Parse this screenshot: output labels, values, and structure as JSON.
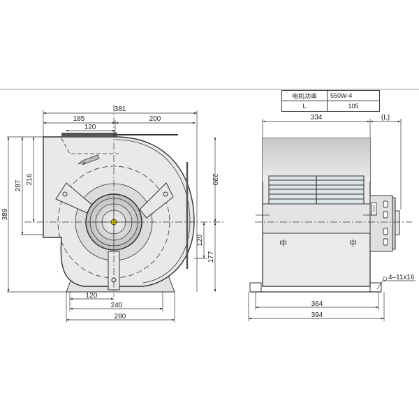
{
  "spec_table": {
    "rows": [
      {
        "label": "电机功率",
        "value": "550W-4"
      },
      {
        "label": "L",
        "value": "105"
      }
    ]
  },
  "front_view": {
    "dims": {
      "overall_width": "381",
      "left_width": "185",
      "right_width": "200",
      "outlet_width": "120",
      "overall_height": "389",
      "outlet_height": "287",
      "outlet_to_center": "216",
      "center_to_top": "220",
      "center_offset": "120",
      "center_to_base": "177",
      "base_half_holes": "120",
      "base_holes": "240",
      "base_width": "280"
    }
  },
  "side_view": {
    "dims": {
      "housing_width": "334",
      "motor_length": "(L)",
      "base_holes": "364",
      "base_width": "394",
      "mount_holes": "4–11x16"
    }
  },
  "colors": {
    "line": "#333333",
    "housing_fill": "#e6e6e6",
    "shade": "#cfcfcf",
    "shaft": "#e8d800",
    "rule": "#c9cdca"
  }
}
